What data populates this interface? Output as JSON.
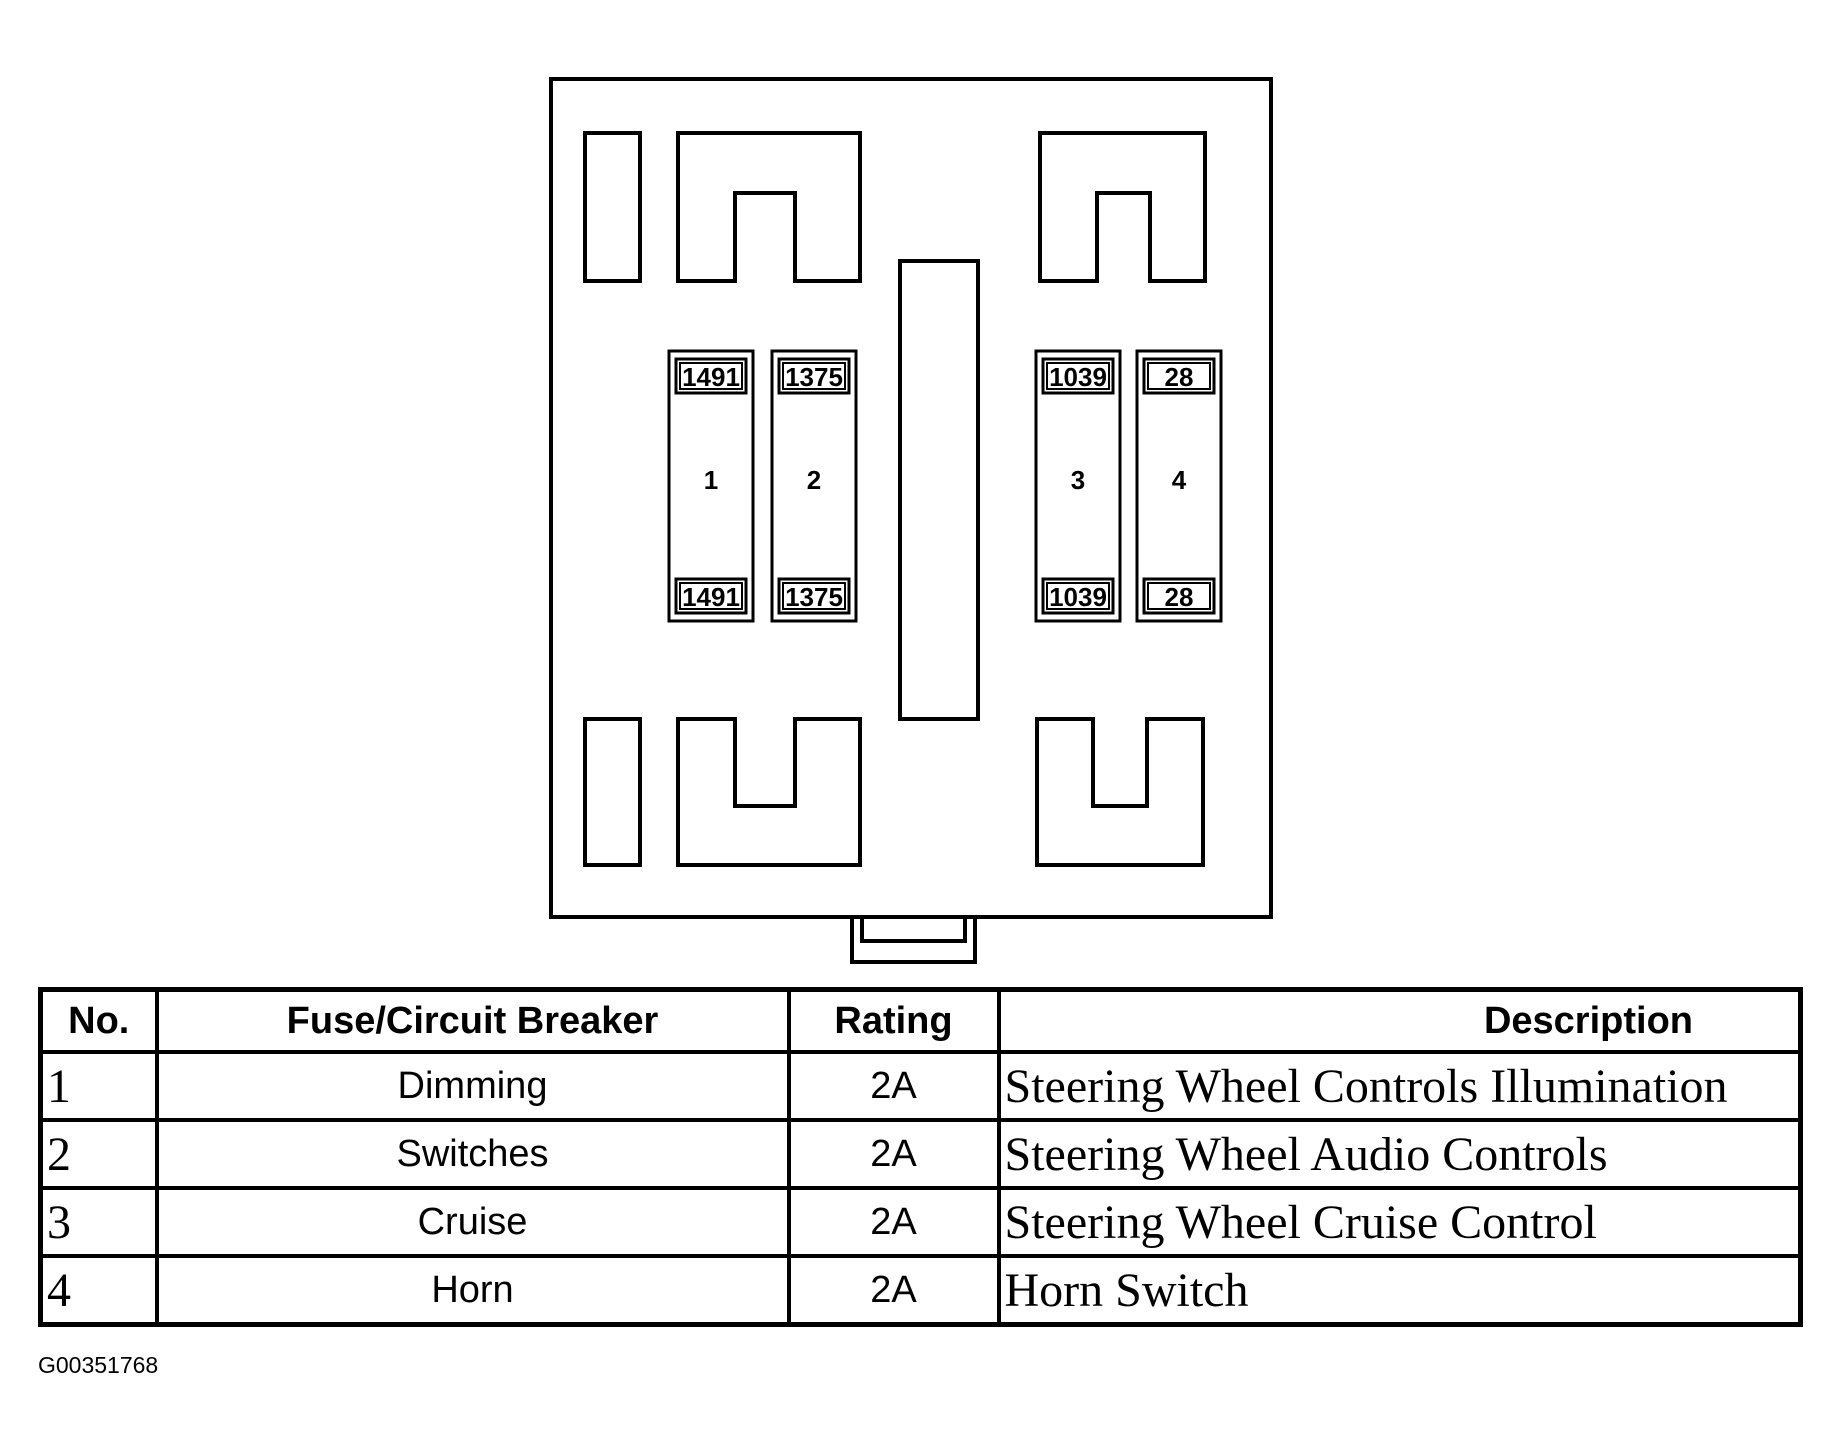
{
  "fuses": [
    {
      "slot": "1",
      "top_code": "1491",
      "bottom_code": "1491"
    },
    {
      "slot": "2",
      "top_code": "1375",
      "bottom_code": "1375"
    },
    {
      "slot": "3",
      "top_code": "1039",
      "bottom_code": "1039"
    },
    {
      "slot": "4",
      "top_code": "28",
      "bottom_code": "28"
    }
  ],
  "table": {
    "headers": {
      "no": "No.",
      "fuse": "Fuse/Circuit Breaker",
      "rating": "Rating",
      "description": "Description"
    },
    "rows": [
      {
        "no": "1",
        "fuse": "Dimming",
        "rating": "2A",
        "description": "Steering Wheel Controls Illumination"
      },
      {
        "no": "2",
        "fuse": "Switches",
        "rating": "2A",
        "description": "Steering Wheel Audio Controls"
      },
      {
        "no": "3",
        "fuse": "Cruise",
        "rating": "2A",
        "description": "Steering Wheel Cruise Control"
      },
      {
        "no": "4",
        "fuse": "Horn",
        "rating": "2A",
        "description": "Horn Switch"
      }
    ]
  },
  "figure_id": "G00351768"
}
